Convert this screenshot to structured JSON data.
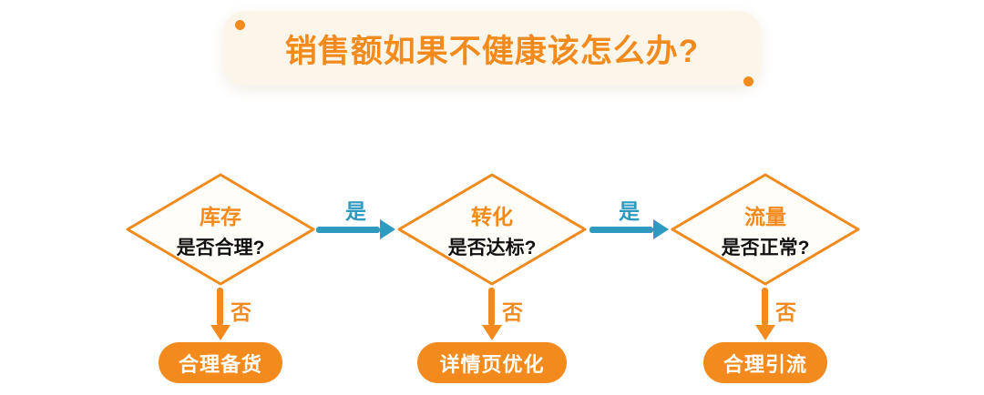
{
  "colors": {
    "orange": "#F28A1D",
    "blue": "#2E9ABF",
    "banner_bg": "#FCF6EA",
    "diamond_fill": "#FFFDF8",
    "text_dark": "#111111",
    "background": "#FFFFFF"
  },
  "header": {
    "title": "销售额如果不健康该怎么办?"
  },
  "flow": {
    "yes_label": "是",
    "no_label": "否",
    "decisions": [
      {
        "keyword": "库存",
        "question": "是否合理?",
        "action": "合理备货"
      },
      {
        "keyword": "转化",
        "question": "是否达标?",
        "action": "详情页优化"
      },
      {
        "keyword": "流量",
        "question": "是否正常?",
        "action": "合理引流"
      }
    ]
  }
}
